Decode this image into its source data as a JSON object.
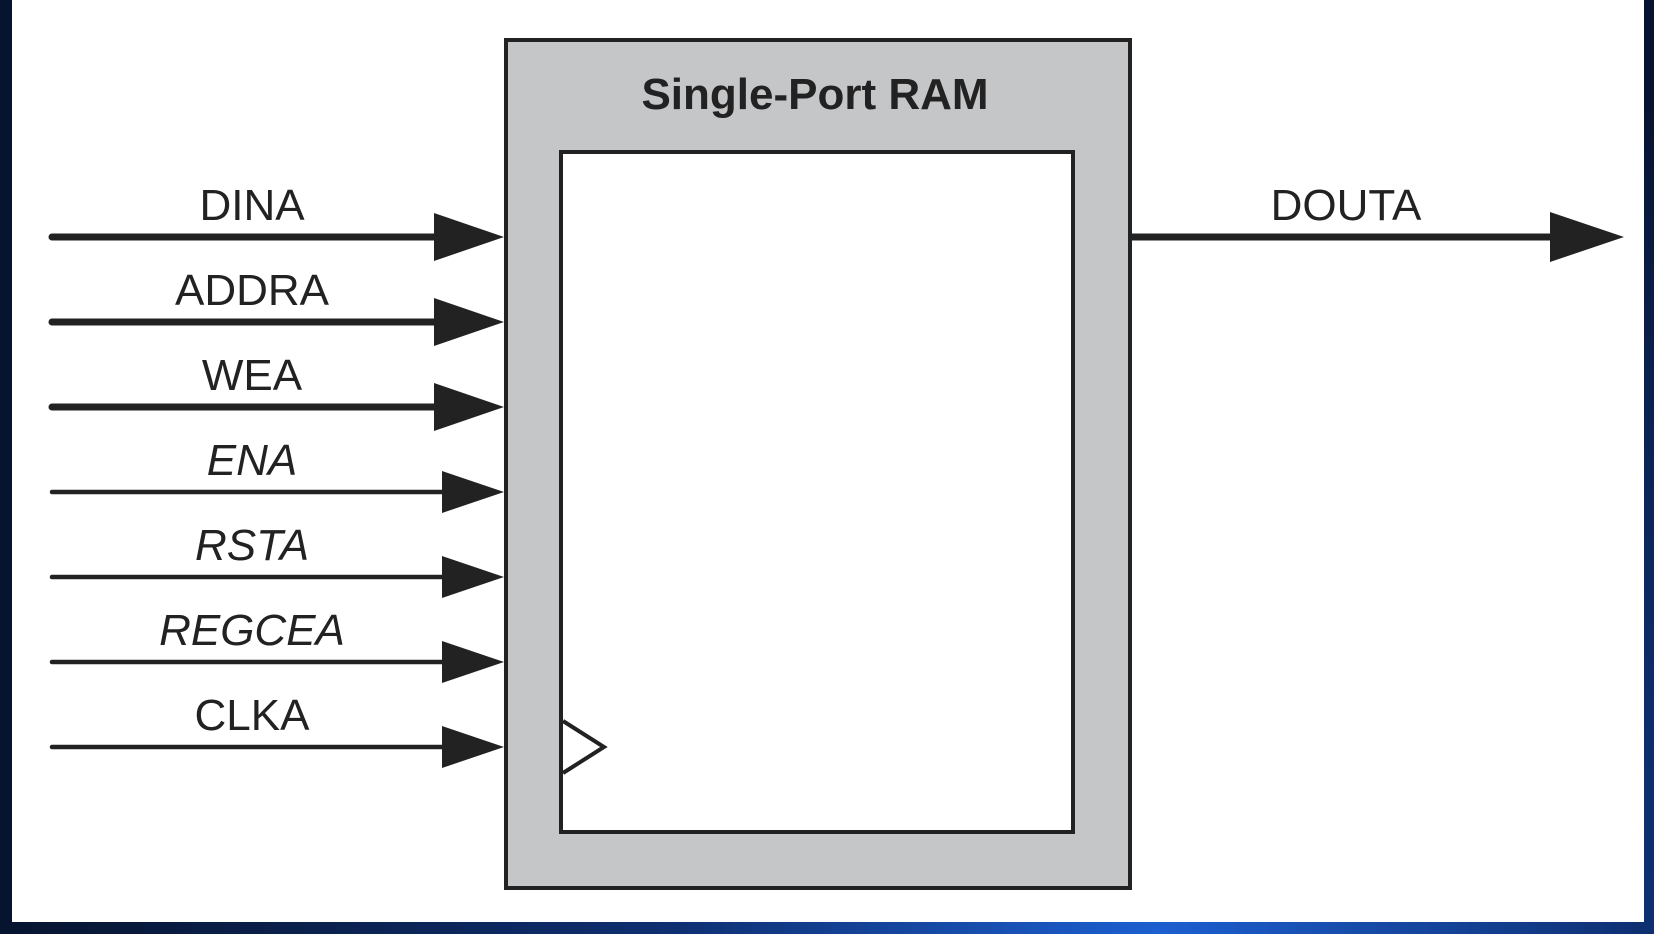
{
  "block": {
    "title": "Single-Port RAM"
  },
  "inputs": [
    {
      "label": "DINA",
      "italic": false,
      "thick": true
    },
    {
      "label": "ADDRA",
      "italic": false,
      "thick": true
    },
    {
      "label": "WEA",
      "italic": false,
      "thick": true
    },
    {
      "label": "ENA",
      "italic": true,
      "thick": false
    },
    {
      "label": "RSTA",
      "italic": true,
      "thick": false
    },
    {
      "label": "REGCEA",
      "italic": true,
      "thick": false
    },
    {
      "label": "CLKA",
      "italic": false,
      "thick": false
    }
  ],
  "outputs": [
    {
      "label": "DOUTA",
      "italic": false,
      "thick": true
    }
  ],
  "colors": {
    "outer_block": "#c4c6c8",
    "stroke": "#222222",
    "inner_block": "#ffffff"
  }
}
